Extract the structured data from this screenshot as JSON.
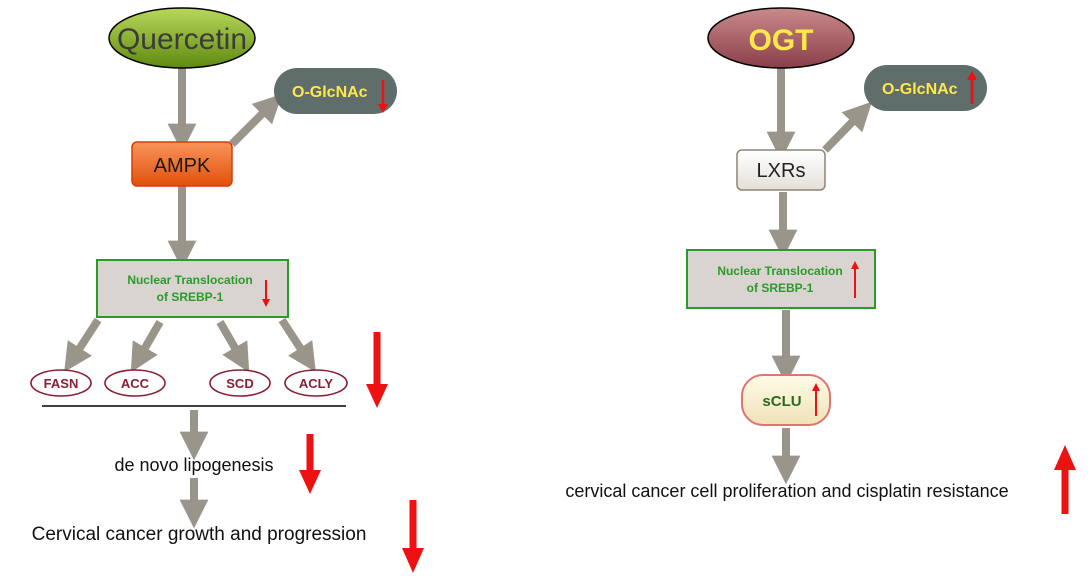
{
  "left": {
    "start": "Quercetin",
    "kinase": "AMPK",
    "modification": "O-GlcNAc",
    "nuclear_line1": "Nuclear Translocation",
    "nuclear_line2": "of SREBP-1",
    "enzymes": [
      "FASN",
      "ACC",
      "SCD",
      "ACLY"
    ],
    "process": "de novo lipogenesis",
    "outcome": "Cervical cancer growth and progression"
  },
  "right": {
    "start": "OGT",
    "receptor": "LXRs",
    "modification": "O-GlcNAc",
    "nuclear_line1": "Nuclear Translocation",
    "nuclear_line2": "of SREBP-1",
    "target": "sCLU",
    "outcome": "cervical cancer cell proliferation and cisplatin resistance"
  },
  "colors": {
    "flow_arrow": "#9a958b",
    "change_arrow": "#ee1111",
    "quercetin_fill": "#7aa31e",
    "ogt_fill": "#a55e64",
    "olcnac_fill": "#5f6d6b",
    "ampk_fill": "#f0641c",
    "nuclear_border": "#2a9a2a",
    "enzyme_border": "#8a1f33"
  }
}
